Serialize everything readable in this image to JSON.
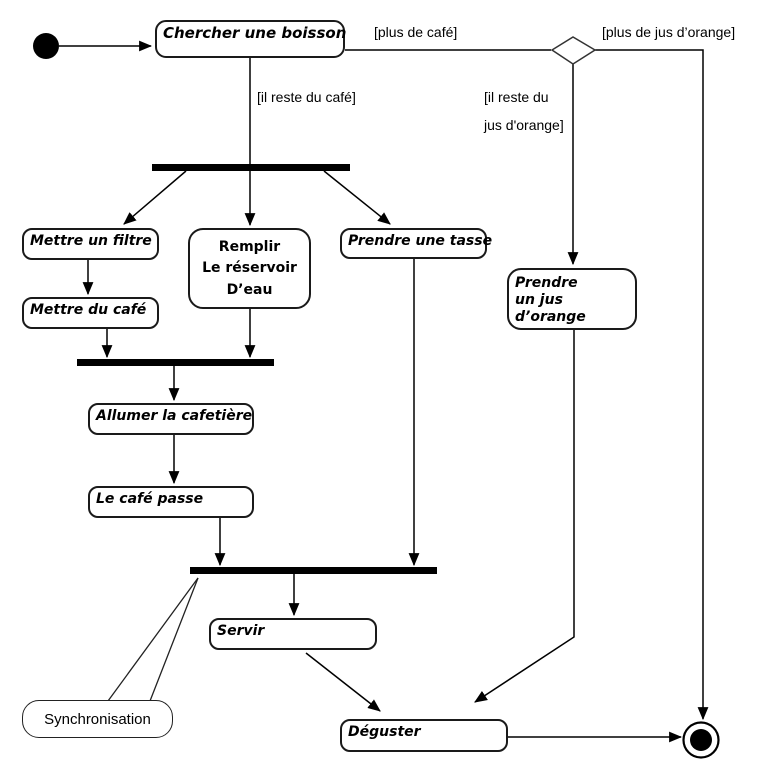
{
  "diagram": {
    "kind": "uml-activity-diagram",
    "background_color": "#ffffff",
    "stroke_color": "#000000",
    "box_fill_color": "#ffffff"
  },
  "actions": {
    "chercher": {
      "label": "Chercher une boisson"
    },
    "mettre_filtre": {
      "label": "Mettre un filtre"
    },
    "mettre_cafe": {
      "label": "Mettre du café"
    },
    "remplir": {
      "lines": [
        "Remplir",
        "Le réservoir",
        "D’eau"
      ]
    },
    "prendre_tasse": {
      "label": "Prendre une tasse"
    },
    "prendre_jus": {
      "lines": [
        "Prendre",
        "un jus d’orange"
      ]
    },
    "allumer": {
      "label": "Allumer la cafetière"
    },
    "cafe_passe": {
      "label": "Le café passe"
    },
    "servir": {
      "label": "Servir"
    },
    "deguster": {
      "label": "Déguster"
    }
  },
  "guards": {
    "plus_de_cafe": "[plus de café]",
    "plus_de_jus_orange": "[plus de jus d’orange]",
    "il_reste_cafe": "[il reste du café]",
    "il_reste_jus": {
      "line1": "[il reste du",
      "line2": "jus d'orange]"
    }
  },
  "callout": {
    "label": "Synchronisation"
  }
}
